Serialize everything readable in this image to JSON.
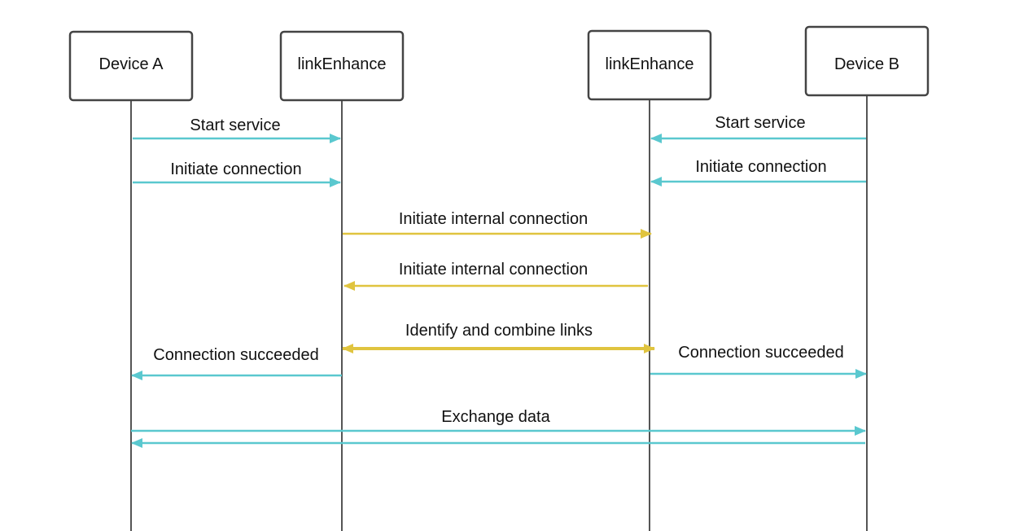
{
  "colors": {
    "teal": "#5ac8cf",
    "gold": "#e0c43f",
    "lifeline": "#555555",
    "box_border": "#444444",
    "text": "#111111"
  },
  "participants": [
    {
      "id": "device-a",
      "label": "Device A"
    },
    {
      "id": "link-enhance-a",
      "label": "linkEnhance"
    },
    {
      "id": "link-enhance-b",
      "label": "linkEnhance"
    },
    {
      "id": "device-b",
      "label": "Device B"
    }
  ],
  "messages": [
    {
      "id": "start-service-a",
      "label": "Start service",
      "from": "device-a",
      "to": "link-enhance-a",
      "color": "teal"
    },
    {
      "id": "initiate-connection-a",
      "label": "Initiate connection",
      "from": "device-a",
      "to": "link-enhance-a",
      "color": "teal"
    },
    {
      "id": "start-service-b",
      "label": "Start service",
      "from": "device-b",
      "to": "link-enhance-b",
      "color": "teal"
    },
    {
      "id": "initiate-connection-b",
      "label": "Initiate connection",
      "from": "device-b",
      "to": "link-enhance-b",
      "color": "teal"
    },
    {
      "id": "internal-connection-ab",
      "label": "Initiate internal connection",
      "from": "link-enhance-a",
      "to": "link-enhance-b",
      "color": "gold"
    },
    {
      "id": "internal-connection-ba",
      "label": "Initiate internal connection",
      "from": "link-enhance-b",
      "to": "link-enhance-a",
      "color": "gold"
    },
    {
      "id": "identify-combine-links",
      "label": "Identify and combine links",
      "from": "link-enhance-a",
      "to": "link-enhance-b",
      "color": "gold",
      "bidirectional": true
    },
    {
      "id": "connection-succeeded-a",
      "label": "Connection succeeded",
      "from": "link-enhance-a",
      "to": "device-a",
      "color": "teal"
    },
    {
      "id": "connection-succeeded-b",
      "label": "Connection succeeded",
      "from": "link-enhance-b",
      "to": "device-b",
      "color": "teal"
    },
    {
      "id": "exchange-data-ab",
      "label": "Exchange data",
      "from": "device-a",
      "to": "device-b",
      "color": "teal"
    },
    {
      "id": "exchange-data-ba",
      "label": "",
      "from": "device-b",
      "to": "device-a",
      "color": "teal"
    }
  ]
}
